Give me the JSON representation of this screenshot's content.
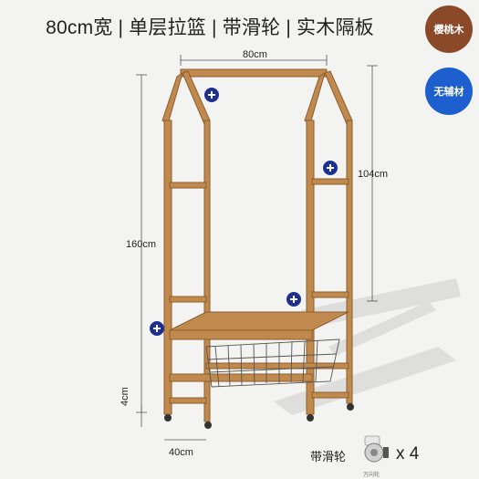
{
  "title": "80cm宽 | 单层拉篮 | 带滑轮 | 实木隔板",
  "badges": {
    "material": "樱桃木",
    "no_auxiliary": "无辅材"
  },
  "dimensions": {
    "width": "80cm",
    "height": "160cm",
    "hanging_height": "104cm",
    "caster_height": "4cm",
    "depth": "40cm"
  },
  "casters": {
    "label": "带滑轮",
    "count": "x 4",
    "sub_label": "万向轮"
  },
  "colors": {
    "wood": "#c08a4e",
    "wood_dark": "#8e5d2d",
    "badge_wood": "#8a4a2a",
    "badge_blue": "#1e5fd0",
    "plus_icon": "#1d2f8f"
  }
}
